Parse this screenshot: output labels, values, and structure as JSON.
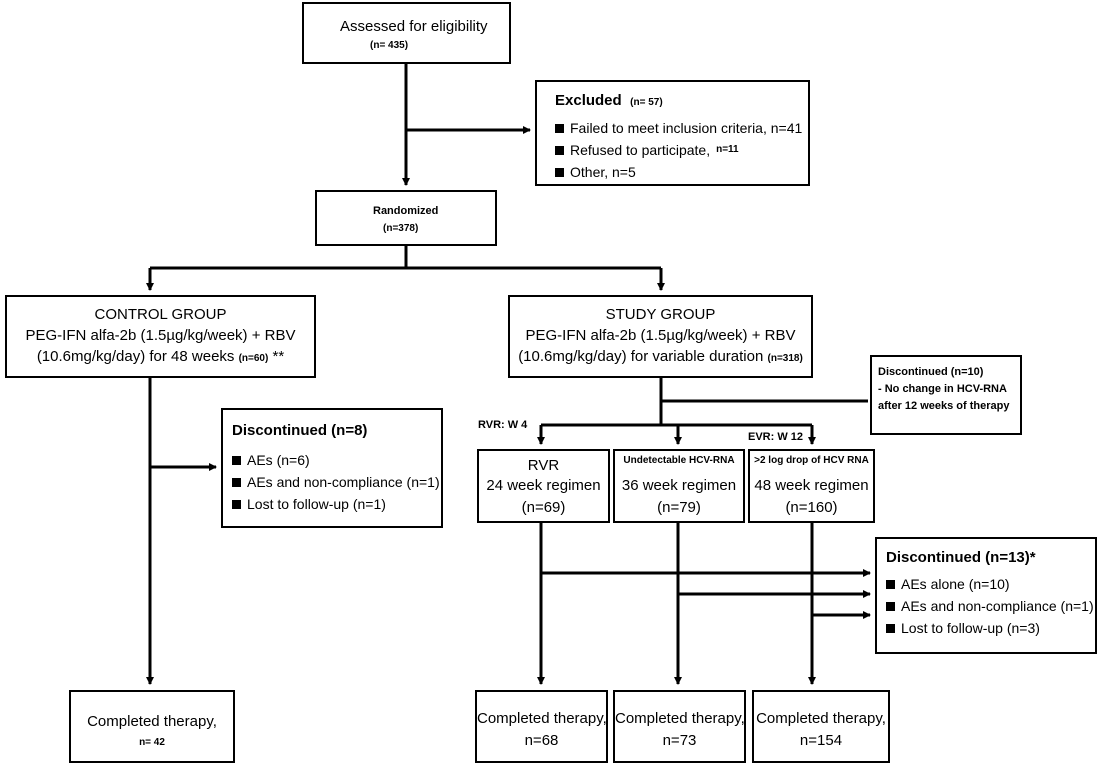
{
  "assessed": {
    "title": "Assessed for eligibility",
    "n": "(n= 435)"
  },
  "excluded": {
    "title": "Excluded",
    "n": "(n= 57)",
    "items": [
      {
        "text": "Failed to meet inclusion criteria, n=41",
        "n": ""
      },
      {
        "text": "Refused to participate,",
        "n": "n=11"
      },
      {
        "text": "Other, n=5",
        "n": ""
      }
    ]
  },
  "randomized": {
    "title": "Randomized",
    "n": "(n=378)"
  },
  "control": {
    "title": "CONTROL GROUP",
    "line2": "PEG-IFN alfa-2b (1.5µg/kg/week) + RBV",
    "line3": "(10.6mg/kg/day) for 48 weeks",
    "n": "(n=60)",
    "note": "**"
  },
  "study": {
    "title": "STUDY GROUP",
    "line2": "PEG-IFN alfa-2b (1.5µg/kg/week) + RBV",
    "line3": "(10.6mg/kg/day) for variable duration",
    "n": "(n=318)"
  },
  "disc_study_top": {
    "title": "Discontinued (n=10)",
    "line2": "- No change in HCV-RNA",
    "line3": "after 12 weeks of therapy"
  },
  "disc_control": {
    "title": "Discontinued (n=8)",
    "items": [
      "AEs (n=6)",
      "AEs and non-compliance (n=1)",
      "Lost to follow-up (n=1)"
    ]
  },
  "labels": {
    "rvr": "RVR: W 4",
    "evr": "EVR: W 12"
  },
  "regimens": [
    {
      "header": "RVR",
      "header_small": false,
      "line2": "24 week regimen",
      "n": "(n=69)"
    },
    {
      "header": "Undetectable HCV-RNA",
      "header_small": true,
      "line2": "36 week regimen",
      "n": "(n=79)"
    },
    {
      "header": ">2 log drop of HCV RNA",
      "header_small": true,
      "line2": "48 week regimen",
      "n": "(n=160)"
    }
  ],
  "disc_study_bottom": {
    "title": "Discontinued (n=13)*",
    "items": [
      "AEs alone (n=10)",
      "AEs and non-compliance (n=1)",
      "Lost to follow-up (n=3)"
    ]
  },
  "completed": [
    {
      "label": "Completed therapy,",
      "n": "n= 42"
    },
    {
      "label": "Completed therapy,",
      "n": "n=68"
    },
    {
      "label": "Completed therapy,",
      "n": "n=73"
    },
    {
      "label": "Completed therapy,",
      "n": "n=154"
    }
  ]
}
